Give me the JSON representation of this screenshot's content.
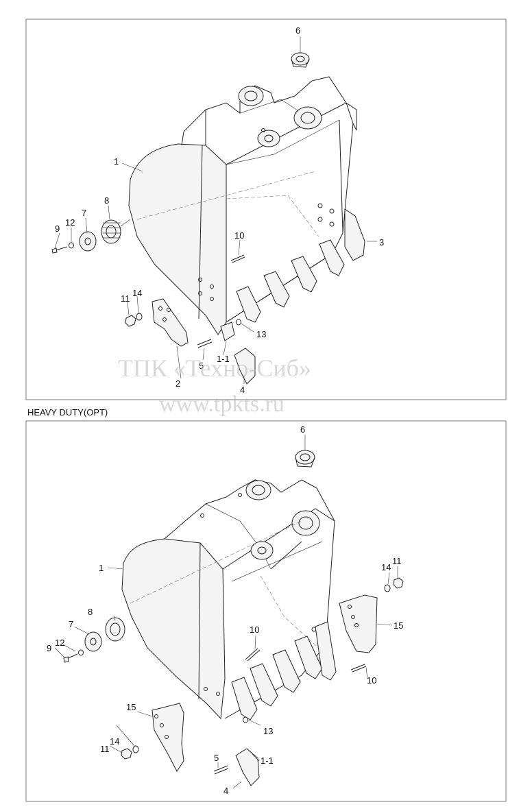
{
  "top_panel": {
    "labels": {
      "p1": "1",
      "p2": "2",
      "p3": "3",
      "p4": "4",
      "p5": "5",
      "p6": "6",
      "p7": "7",
      "p8": "8",
      "p9": "9",
      "p10": "10",
      "p11": "11",
      "p12": "12",
      "p13": "13",
      "p14": "14",
      "p1_1": "1-1"
    }
  },
  "caption": "HEAVY DUTY(OPT)",
  "bottom_panel": {
    "labels": {
      "p1": "1",
      "p4": "4",
      "p5": "5",
      "p6": "6",
      "p7": "7",
      "p8": "8",
      "p9": "9",
      "p10a": "10",
      "p10b": "10",
      "p11a": "11",
      "p11b": "11",
      "p12": "12",
      "p13": "13",
      "p14a": "14",
      "p14b": "14",
      "p15a": "15",
      "p15b": "15",
      "p1_1": "1-1"
    }
  },
  "watermark": {
    "line1": "ТПК «Техно-Сиб»",
    "line2": "www.tpkts.ru"
  }
}
